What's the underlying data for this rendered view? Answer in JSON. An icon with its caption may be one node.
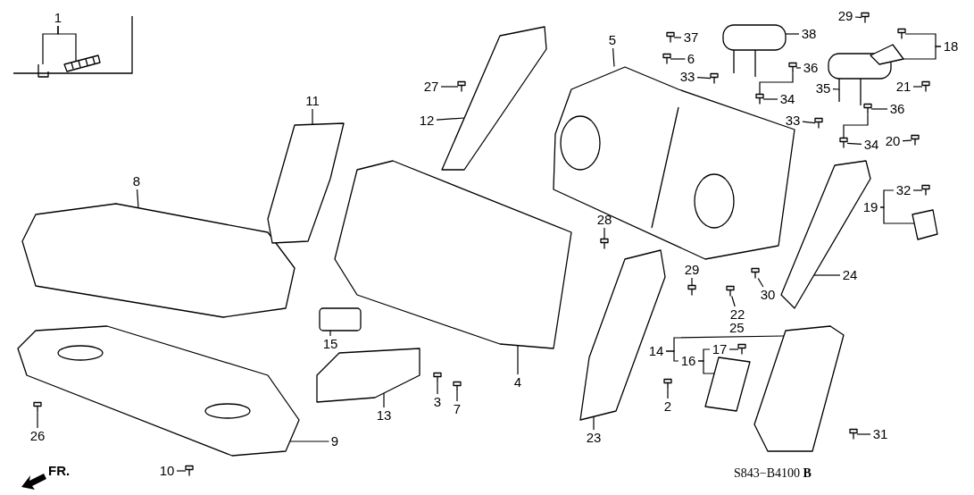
{
  "diagram": {
    "nodes": [
      {
        "text": [
          "1"
        ]
      },
      {
        "text": [
          "27"
        ]
      },
      {
        "text": [
          "12"
        ]
      },
      {
        "text": [
          "11"
        ]
      },
      {
        "text": [
          "8"
        ]
      },
      {
        "text": [
          "5"
        ]
      },
      {
        "text": [
          "37"
        ]
      },
      {
        "text": [
          "6"
        ]
      },
      {
        "text": [
          "38"
        ]
      },
      {
        "text": [
          "33"
        ]
      },
      {
        "text": [
          "36"
        ]
      },
      {
        "text": [
          "34"
        ]
      },
      {
        "text": [
          "29"
        ]
      },
      {
        "text": [
          "18"
        ]
      },
      {
        "text": [
          "35"
        ]
      },
      {
        "text": [
          "21"
        ]
      },
      {
        "text": [
          "33"
        ]
      },
      {
        "text": [
          "36"
        ]
      },
      {
        "text": [
          "34"
        ]
      },
      {
        "text": [
          "20"
        ]
      },
      {
        "text": [
          "32"
        ]
      },
      {
        "text": [
          "19"
        ]
      },
      {
        "text": [
          "28"
        ]
      },
      {
        "text": [
          "29"
        ]
      },
      {
        "text": [
          "30"
        ]
      },
      {
        "text": [
          "22"
        ]
      },
      {
        "text": [
          "24"
        ]
      },
      {
        "text": [
          "14"
        ]
      },
      {
        "text": [
          "17"
        ]
      },
      {
        "text": [
          "16"
        ]
      },
      {
        "text": [
          "4"
        ]
      },
      {
        "text": [
          "15"
        ]
      },
      {
        "text": [
          "13"
        ]
      },
      {
        "text": [
          "3"
        ]
      },
      {
        "text": [
          "7"
        ]
      },
      {
        "text": [
          "2"
        ]
      },
      {
        "text": [
          "23"
        ]
      },
      {
        "text": [
          "31"
        ]
      },
      {
        "text": [
          "9"
        ]
      },
      {
        "text": [
          "26"
        ]
      },
      {
        "text": [
          "10"
        ]
      },
      {
        "text": [],
        "shape": "picture"
      },
      {
        "text": [],
        "shape": "picture"
      },
      {
        "text": [],
        "shape": "picture"
      },
      {
        "text": [],
        "shape": "picture"
      },
      {
        "text": [],
        "shape": "picture"
      },
      {
        "text": [],
        "shape": "picture"
      },
      {
        "text": [],
        "shape": "picture"
      },
      {
        "text": [],
        "shape": "picture"
      },
      {
        "text": [],
        "shape": "picture"
      },
      {
        "text": [],
        "shape": "picture"
      },
      {
        "text": [],
        "shape": "picture"
      },
      {
        "text": [],
        "shape": "picture"
      },
      {
        "text": [],
        "shape": "picture"
      },
      {
        "text": [],
        "shape": "picture"
      },
      {
        "text": [],
        "shape": "picture"
      },
      {
        "text": [],
        "shape": "picture"
      },
      {
        "text": [],
        "shape": "picture"
      },
      {
        "text": [],
        "shape": "picture"
      },
      {
        "text": [],
        "shape": "picture"
      },
      {
        "text": [],
        "shape": "picture"
      },
      {
        "text": [],
        "shape": "picture"
      },
      {
        "text": [],
        "shape": "picture"
      },
      {
        "text": [],
        "shape": "picture"
      },
      {
        "text": [],
        "shape": "picture"
      },
      {
        "text": [],
        "shape": "picture"
      },
      {
        "text": [],
        "shape": "picture"
      },
      {
        "text": [],
        "shape": "picture"
      },
      {
        "text": [],
        "shape": "picture"
      },
      {
        "text": [],
        "shape": "picture"
      },
      {
        "text": [],
        "shape": "picture"
      },
      {
        "text": [],
        "shape": "picture"
      },
      {
        "text": [],
        "shape": "picture"
      },
      {
        "text": [],
        "shape": "picture"
      },
      {
        "text": [],
        "shape": "picture"
      },
      {
        "text": [],
        "shape": "picture"
      },
      {
        "text": [],
        "shape": "picture"
      },
      {
        "text": [],
        "shape": "picture"
      },
      {
        "text": [],
        "shape": "picture"
      },
      {
        "text": [],
        "shape": "picture"
      },
      {
        "text": [],
        "shape": "picture"
      },
      {
        "text": [],
        "shape": "picture"
      },
      {
        "text": [],
        "shape": "picture"
      },
      {
        "text": [],
        "shape": "picture"
      }
    ],
    "edges": [
      {
        "from": 0,
        "to": 41,
        "arrow": "none"
      },
      {
        "from": 0,
        "to": 42,
        "arrow": "none"
      },
      {
        "from": 1,
        "to": 57,
        "arrow": "none"
      },
      {
        "from": 2,
        "to": 46,
        "arrow": "none"
      },
      {
        "from": 3,
        "to": 45,
        "arrow": "none"
      },
      {
        "from": 4,
        "to": 43,
        "arrow": "none"
      },
      {
        "from": 5,
        "to": 48,
        "arrow": "none"
      },
      {
        "from": 6,
        "to": 58,
        "arrow": "none"
      },
      {
        "from": 7,
        "to": 59,
        "arrow": "none"
      },
      {
        "from": 8,
        "to": 55,
        "arrow": "none"
      },
      {
        "from": 9,
        "to": 60,
        "arrow": "none"
      },
      {
        "from": 10,
        "to": 62,
        "arrow": "none"
      },
      {
        "from": 11,
        "to": 61,
        "arrow": "none"
      },
      {
        "from": 12,
        "to": 63,
        "arrow": "none"
      },
      {
        "from": 13,
        "to": 64,
        "arrow": "none"
      },
      {
        "from": 13,
        "to": 65,
        "arrow": "none"
      },
      {
        "from": 14,
        "to": 56,
        "arrow": "none"
      },
      {
        "from": 15,
        "to": 66,
        "arrow": "none"
      },
      {
        "from": 16,
        "to": 67,
        "arrow": "none"
      },
      {
        "from": 17,
        "to": 68,
        "arrow": "none"
      },
      {
        "from": 18,
        "to": 69,
        "arrow": "none"
      },
      {
        "from": 19,
        "to": 70,
        "arrow": "none"
      },
      {
        "from": 20,
        "to": 71,
        "arrow": "none"
      },
      {
        "from": 21,
        "to": 20,
        "arrow": "none"
      },
      {
        "from": 21,
        "to": 72,
        "arrow": "none"
      },
      {
        "from": 22,
        "to": 73,
        "arrow": "none"
      },
      {
        "from": 23,
        "to": 74,
        "arrow": "none"
      },
      {
        "from": 24,
        "to": 75,
        "arrow": "none"
      },
      {
        "from": 25,
        "to": 76,
        "arrow": "none"
      },
      {
        "from": 26,
        "to": 49,
        "arrow": "none"
      },
      {
        "from": 27,
        "to": 51,
        "arrow": "none"
      },
      {
        "from": 27,
        "to": 29,
        "arrow": "none"
      },
      {
        "from": 29,
        "to": 28,
        "arrow": "none"
      },
      {
        "from": 29,
        "to": 52,
        "arrow": "none"
      },
      {
        "from": 28,
        "to": 77,
        "arrow": "none"
      },
      {
        "from": 30,
        "to": 47,
        "arrow": "none"
      },
      {
        "from": 31,
        "to": 54,
        "arrow": "none"
      },
      {
        "from": 32,
        "to": 53,
        "arrow": "none"
      },
      {
        "from": 33,
        "to": 78,
        "arrow": "none"
      },
      {
        "from": 34,
        "to": 79,
        "arrow": "none"
      },
      {
        "from": 35,
        "to": 80,
        "arrow": "none"
      },
      {
        "from": 36,
        "to": 50,
        "arrow": "none"
      },
      {
        "from": 37,
        "to": 81,
        "arrow": "none"
      },
      {
        "from": 38,
        "to": 44,
        "arrow": "none"
      },
      {
        "from": 39,
        "to": 82,
        "arrow": "none"
      },
      {
        "from": 40,
        "to": 83,
        "arrow": "none"
      },
      {
        "from": 62,
        "to": 61,
        "arrow": "none"
      },
      {
        "from": 68,
        "to": 69,
        "arrow": "none"
      }
    ],
    "labels": [
      "25",
      "FR.",
      "S843−B4100 **B**"
    ]
  }
}
